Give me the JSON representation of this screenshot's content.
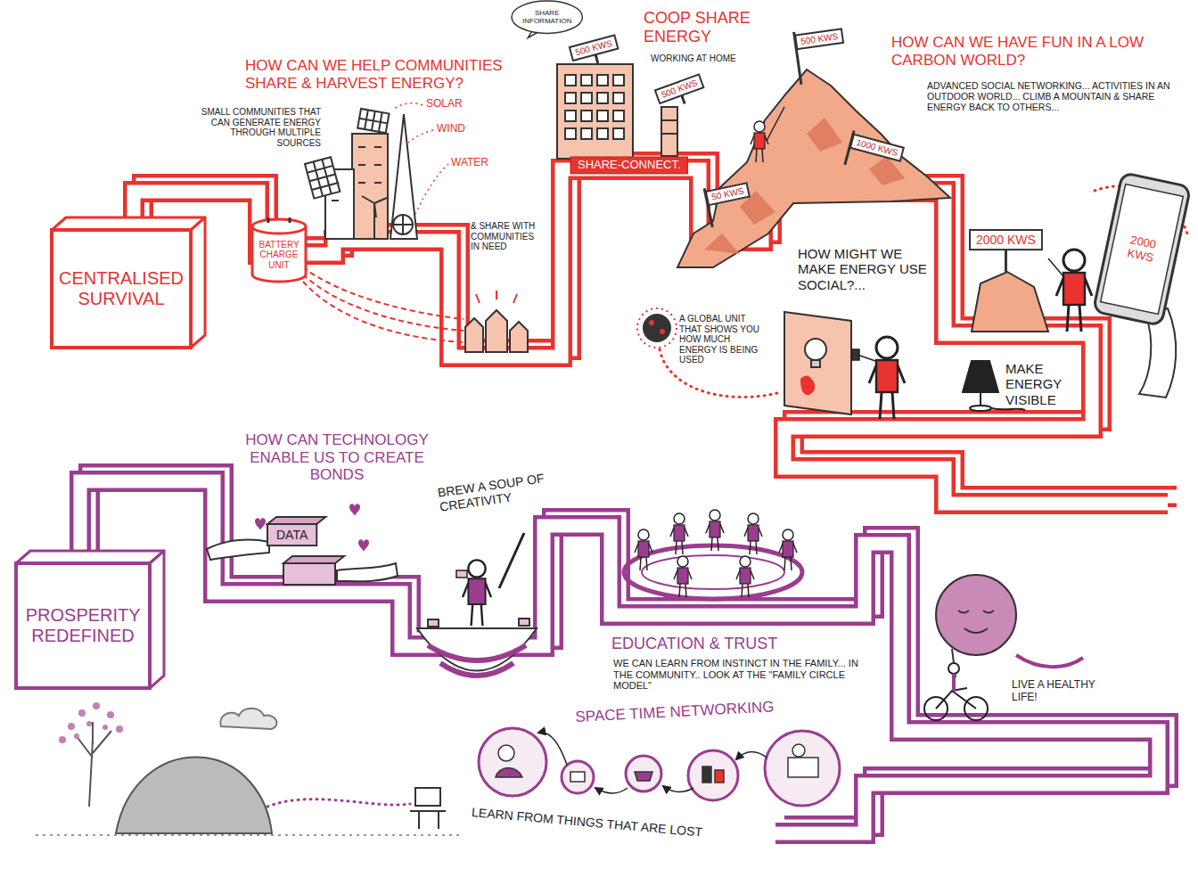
{
  "diagram": {
    "nodes": [
      {
        "text": [
          "CENTRALISED SURVIVAL"
        ]
      },
      {
        "text": [
          "BATTERY CHARGE UNIT"
        ]
      },
      {
        "text": [
          "SHARE INFORMATION"
        ]
      },
      {
        "text": [
          "500 KWS"
        ]
      },
      {
        "text": [
          "500 KWS"
        ]
      },
      {
        "text": [
          "SHARE-CONNECT."
        ]
      },
      {
        "text": [
          "500 KWS"
        ]
      },
      {
        "text": [
          "1000 KWS"
        ]
      },
      {
        "text": [
          "50 KWS"
        ]
      },
      {
        "text": [
          "2000 KWS"
        ]
      },
      {
        "text": [
          "2000 KWS"
        ]
      },
      {
        "text": [
          "PROSPERITY REDEFINED"
        ]
      },
      {
        "text": [
          "DATA"
        ]
      }
    ],
    "labels": [
      "HOW CAN WE HELP COMMUNITIES SHARE & HARVEST ENERGY?",
      "SMALL COMMUNITIES THAT CAN GENERATE ENERGY THROUGH MULTIPLE SOURCES",
      "SOLAR",
      "WIND",
      "WATER",
      "& SHARE WITH COMMUNITIES IN NEED",
      "COOP SHARE ENERGY",
      "WORKING AT HOME",
      "HOW CAN WE HAVE FUN IN A LOW CARBON WORLD?",
      "ADVANCED SOCIAL NETWORKING... ACTIVITIES IN AN OUTDOOR WORLD... CLIMB A MOUNTAIN & SHARE ENERGY BACK TO OTHERS...",
      "HOW MIGHT WE MAKE ENERGY USE SOCIAL?...",
      "A GLOBAL UNIT THAT SHOWS YOU HOW MUCH ENERGY IS BEING USED",
      "MAKE ENERGY VISIBLE",
      "HOW CAN TECHNOLOGY ENABLE US TO CREATE BONDS",
      "BREW A SOUP OF CREATIVITY",
      "EDUCATION & TRUST",
      "WE CAN LEARN FROM INSTINCT IN THE FAMILY... IN THE COMMUNITY.. LOOK AT THE \"FAMILY CIRCLE MODEL\"",
      "SPACE TIME NETWORKING",
      "LEARN FROM THINGS THAT ARE LOST",
      "LIVE A HEALTHY LIFE!"
    ]
  }
}
